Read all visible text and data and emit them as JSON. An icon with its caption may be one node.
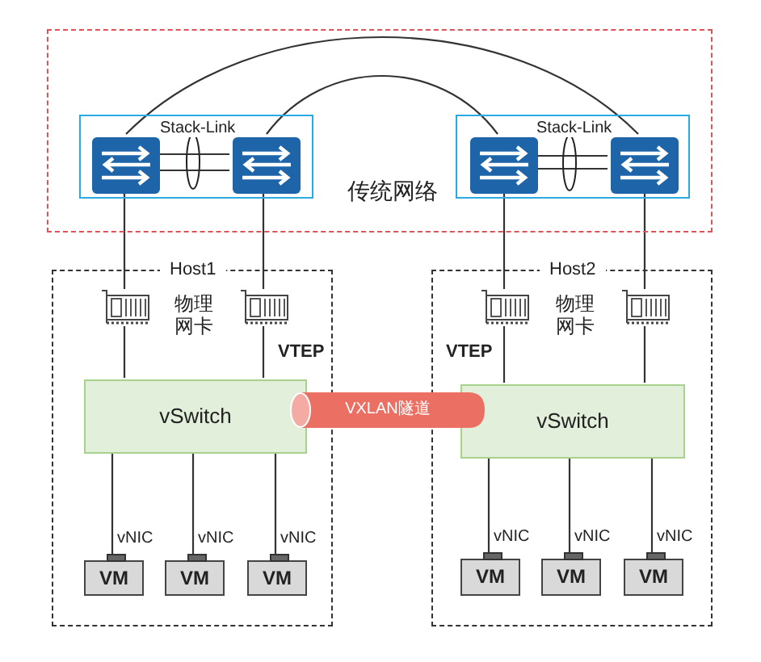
{
  "diagram": {
    "nodes": [
      {
        "text": [
          "传统网络"
        ]
      },
      {
        "text": [
          "Stack-Link"
        ],
        "in": 0
      },
      {
        "text": [],
        "shape": "switch",
        "in": 1
      },
      {
        "text": [],
        "shape": "switch",
        "in": 1
      },
      {
        "text": [
          "Stack-Link"
        ],
        "in": 0
      },
      {
        "text": [],
        "shape": "switch",
        "in": 4
      },
      {
        "text": [],
        "shape": "switch",
        "in": 4
      },
      {
        "text": [
          "Host1"
        ]
      },
      {
        "text": [],
        "shape": "card",
        "in": 7
      },
      {
        "text": [],
        "shape": "card",
        "in": 7
      },
      {
        "text": [
          "vSwitch"
        ],
        "in": 7
      },
      {
        "text": [
          "VM"
        ],
        "beside": [
          "vNIC"
        ],
        "in": 7
      },
      {
        "text": [
          "VM"
        ],
        "beside": [
          "vNIC"
        ],
        "in": 7
      },
      {
        "text": [
          "VM"
        ],
        "beside": [
          "vNIC"
        ],
        "in": 7
      },
      {
        "text": [
          "Host2"
        ]
      },
      {
        "text": [],
        "shape": "card",
        "in": 14
      },
      {
        "text": [],
        "shape": "card",
        "in": 14
      },
      {
        "text": [
          "vSwitch"
        ],
        "in": 14
      },
      {
        "text": [
          "VM"
        ],
        "beside": [
          "vNIC"
        ],
        "in": 14
      },
      {
        "text": [
          "VM"
        ],
        "beside": [
          "vNIC"
        ],
        "in": 14
      },
      {
        "text": [
          "VM"
        ],
        "beside": [
          "vNIC"
        ],
        "in": 14
      },
      {
        "text": [
          "VXLAN隧道"
        ]
      }
    ],
    "edges": [
      {
        "from": 2,
        "to": 3,
        "arrow": "none"
      },
      {
        "from": 2,
        "to": 3,
        "arrow": "none"
      },
      {
        "from": 5,
        "to": 6,
        "arrow": "none"
      },
      {
        "from": 5,
        "to": 6,
        "arrow": "none"
      },
      {
        "from": 2,
        "to": 6,
        "arrow": "none"
      },
      {
        "from": 3,
        "to": 5,
        "arrow": "none"
      },
      {
        "from": 2,
        "to": 8,
        "arrow": "none"
      },
      {
        "from": 3,
        "to": 9,
        "arrow": "none"
      },
      {
        "from": 5,
        "to": 15,
        "arrow": "none"
      },
      {
        "from": 6,
        "to": 16,
        "arrow": "none"
      },
      {
        "from": 8,
        "to": 10,
        "arrow": "none"
      },
      {
        "from": 9,
        "to": 10,
        "arrow": "none"
      },
      {
        "from": 15,
        "to": 17,
        "arrow": "none"
      },
      {
        "from": 16,
        "to": 17,
        "arrow": "none"
      },
      {
        "from": 10,
        "to": 11,
        "arrow": "none"
      },
      {
        "from": 10,
        "to": 12,
        "arrow": "none"
      },
      {
        "from": 10,
        "to": 13,
        "arrow": "none"
      },
      {
        "from": 17,
        "to": 18,
        "arrow": "none"
      },
      {
        "from": 17,
        "to": 19,
        "arrow": "none"
      },
      {
        "from": 17,
        "to": 20,
        "arrow": "none"
      }
    ],
    "labels": [
      "物理网卡",
      "物理网卡",
      "VTEP",
      "VTEP"
    ]
  }
}
